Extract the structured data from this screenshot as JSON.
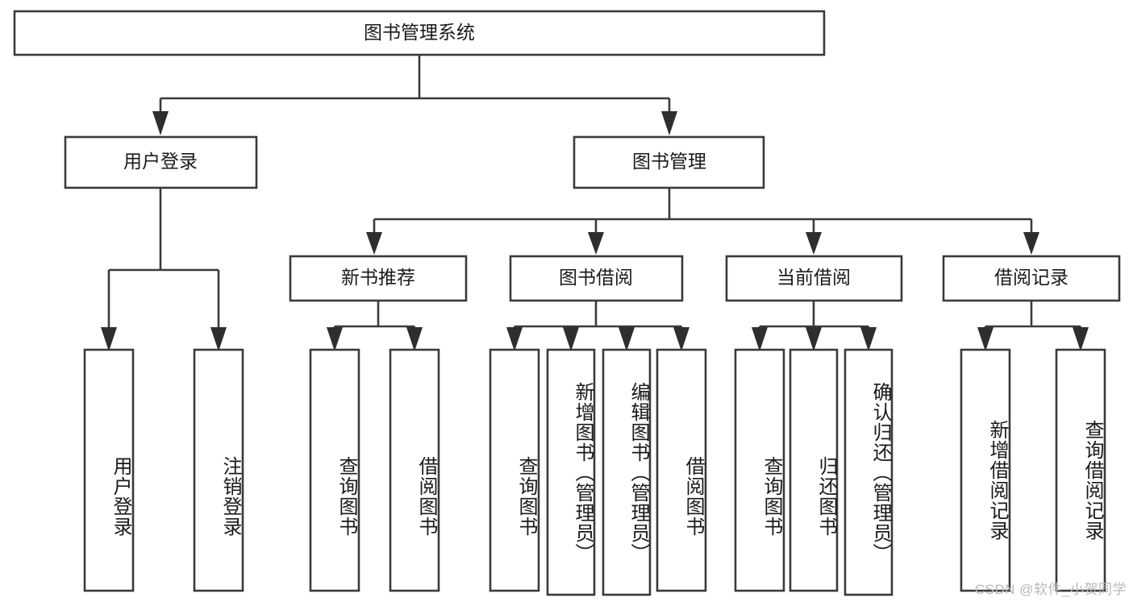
{
  "diagram": {
    "type": "tree-hierarchy-diagram",
    "title": "图书管理系统",
    "watermark": "CSDN @软件_小贺同学",
    "colors": {
      "box_stroke": "#3a3a3a",
      "box_fill": "#ffffff",
      "connector": "#3a3a3a",
      "text": "#1a1a1a",
      "watermark": "#b9b9b9",
      "background": "#ffffff"
    },
    "root": {
      "label": "图书管理系统",
      "id": "root-book-management-system"
    },
    "level2": [
      {
        "id": "user-login",
        "label": "用户登录"
      },
      {
        "id": "book-management",
        "label": "图书管理"
      }
    ],
    "level3": [
      {
        "id": "new-book-recommend",
        "label": "新书推荐",
        "parent": "book-management"
      },
      {
        "id": "book-borrow",
        "label": "图书借阅",
        "parent": "book-management"
      },
      {
        "id": "current-borrow",
        "label": "当前借阅",
        "parent": "book-management"
      },
      {
        "id": "borrow-record",
        "label": "借阅记录",
        "parent": "book-management"
      }
    ],
    "leaves": {
      "user-login": [
        {
          "id": "leaf-user-login",
          "label": "用户登录"
        },
        {
          "id": "leaf-user-logout",
          "label": "注销登录"
        }
      ],
      "new-book-recommend": [
        {
          "id": "leaf-query-book-1",
          "label": "查询图书"
        },
        {
          "id": "leaf-borrow-book-1",
          "label": "借阅图书"
        }
      ],
      "book-borrow": [
        {
          "id": "leaf-query-book-2",
          "label": "查询图书"
        },
        {
          "id": "leaf-add-book-admin",
          "label": "新增图书（管理员）"
        },
        {
          "id": "leaf-edit-book-admin",
          "label": "编辑图书（管理员）"
        },
        {
          "id": "leaf-borrow-book-2",
          "label": "借阅图书"
        }
      ],
      "current-borrow": [
        {
          "id": "leaf-query-book-3",
          "label": "查询图书"
        },
        {
          "id": "leaf-return-book",
          "label": "归还图书"
        },
        {
          "id": "leaf-confirm-return-admin",
          "label": "确认归还（管理员）"
        }
      ],
      "borrow-record": [
        {
          "id": "leaf-add-borrow-record",
          "label": "新增借阅记录"
        },
        {
          "id": "leaf-query-borrow-record",
          "label": "查询借阅记录"
        }
      ]
    }
  }
}
